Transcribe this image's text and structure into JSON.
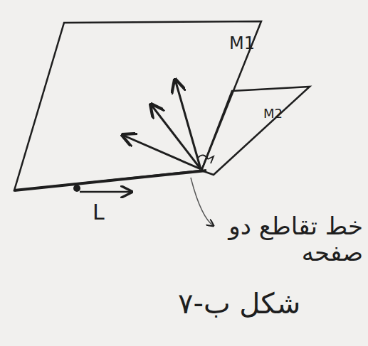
{
  "diagram": {
    "caption": "شکل ب-۷",
    "labels": [
      "M1",
      "M2",
      "L",
      "خط تقاطع دو صفحه"
    ]
  }
}
